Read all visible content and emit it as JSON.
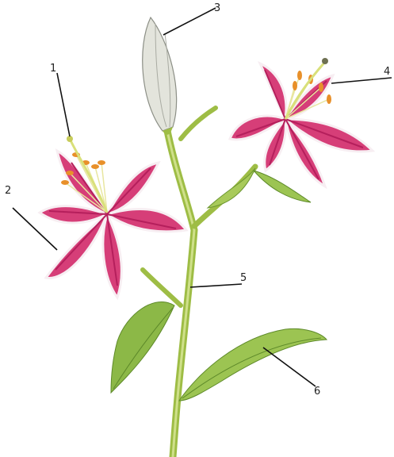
{
  "figure": {
    "colors": {
      "petal": "#d63e78",
      "petal_dark": "#b51f5c",
      "petal_edge": "#f7eef2",
      "stamen": "#e8902a",
      "pistil": "#d9e07a",
      "stem": "#a6c64a",
      "leaf": "#8cb847",
      "leaf_dark": "#5e8a2a",
      "bud": "#e3e4dc",
      "leader_line": "#111111"
    },
    "labels": {
      "pistil": "1",
      "petal": "2",
      "bud": "3",
      "stamen": "4",
      "stem": "5",
      "leaf": "6"
    }
  }
}
